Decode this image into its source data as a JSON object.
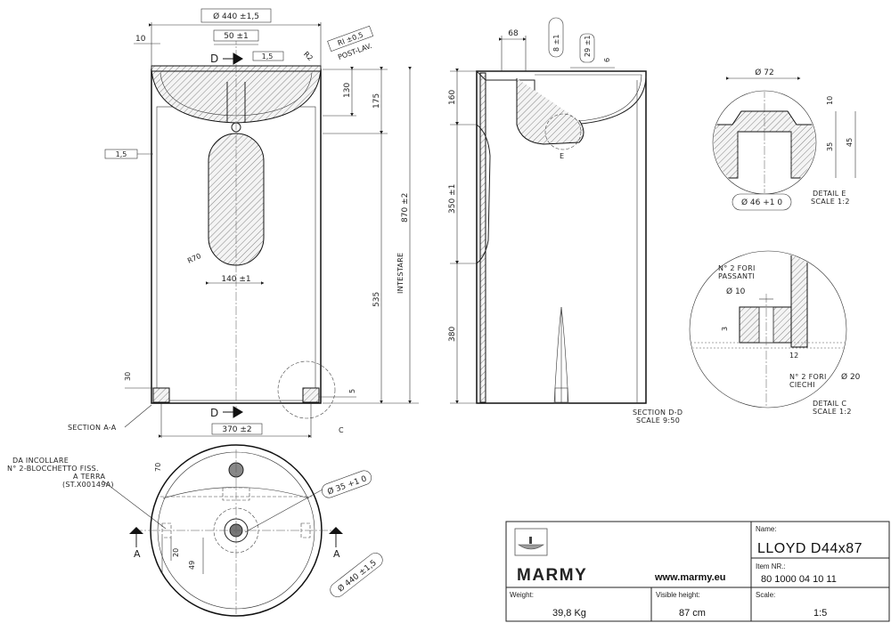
{
  "front_view": {
    "dims": {
      "overall_diameter": "Ø 440 ±1,5",
      "edge_10": "10",
      "drain_50": "50 ±1",
      "tolerance_frame_top": "1,5",
      "radius_post_lav": "RI ±0,5",
      "post_lav": "POST-LAV.",
      "r2": "R2",
      "d130": "130",
      "d175": "175",
      "tolerance_frame_left": "1,5",
      "intestare": "INTESTARE",
      "d870": "870 ±2",
      "r70": "R70",
      "d140": "140 ±1",
      "d535": "535",
      "d30": "30",
      "d5": "5",
      "d370": "370 ±2"
    },
    "labels": {
      "section_d_top": "D",
      "section_d_bottom": "D",
      "section_aa": "SECTION A-A",
      "detail_c_marker": "C"
    }
  },
  "side_view": {
    "dims": {
      "d68": "68",
      "d8": "8 ±1",
      "d29": "29 ±1",
      "d6": "6",
      "d160": "160",
      "d350": "350 ±1",
      "d380": "380"
    },
    "labels": {
      "detail_e_marker": "E",
      "section_title": "SECTION D-D",
      "scale": "SCALE 9:50"
    }
  },
  "detail_e": {
    "dims": {
      "d72": "Ø 72",
      "d10": "10",
      "d35": "35",
      "d45": "45",
      "d46": "Ø 46 +1 0"
    },
    "title": "DETAIL E",
    "scale": "SCALE 1:2"
  },
  "detail_c": {
    "labels": {
      "through_holes_1": "N° 2 FORI",
      "through_holes_2": "PASSANTI",
      "blind_holes_1": "N° 2 FORI",
      "blind_holes_2": "CIECHI"
    },
    "dims": {
      "d10": "Ø 10",
      "d3": "3",
      "d12": "12",
      "d20": "Ø 20"
    },
    "title": "DETAIL C",
    "scale": "SCALE 1:2"
  },
  "plan_view": {
    "note": [
      "DA INCOLLARE",
      "N° 2-BLOCCHETTO FISS.",
      "A TERRA",
      "(ST.X00149A)"
    ],
    "dims": {
      "d70": "70",
      "d35": "Ø 35 +1 0",
      "d20": "20",
      "d49": "49",
      "d440": "Ø 440 ±1,5"
    },
    "labels": {
      "a_left": "A",
      "a_right": "A"
    }
  },
  "title_block": {
    "brand": "MARMY",
    "website": "www.marmy.eu",
    "name_label": "Name:",
    "name_value": "LLOYD D44x87",
    "item_label": "Item NR.:",
    "item_value": "80 1000 04 10 11",
    "weight_label": "Weight:",
    "weight_value": "39,8 Kg",
    "height_label": "Visible height:",
    "height_value": "87 cm",
    "scale_label": "Scale:",
    "scale_value": "1:5"
  }
}
